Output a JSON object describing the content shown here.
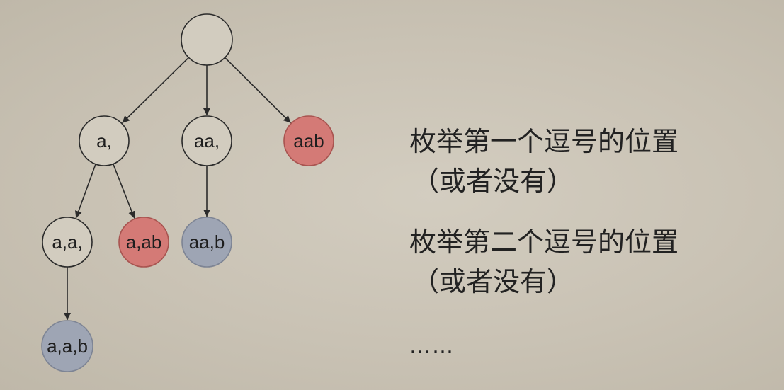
{
  "tree": {
    "nodes": [
      {
        "id": "root",
        "label": "",
        "style": "plain"
      },
      {
        "id": "n1",
        "label": "a,",
        "style": "plain"
      },
      {
        "id": "n2",
        "label": "aa,",
        "style": "plain"
      },
      {
        "id": "n3",
        "label": "aab",
        "style": "red"
      },
      {
        "id": "n4",
        "label": "a,a,",
        "style": "plain"
      },
      {
        "id": "n5",
        "label": "a,ab",
        "style": "red"
      },
      {
        "id": "n6",
        "label": "aa,b",
        "style": "blue"
      },
      {
        "id": "n7",
        "label": "a,a,b",
        "style": "blue"
      }
    ],
    "edges": [
      [
        "root",
        "n1"
      ],
      [
        "root",
        "n2"
      ],
      [
        "root",
        "n3"
      ],
      [
        "n1",
        "n4"
      ],
      [
        "n1",
        "n5"
      ],
      [
        "n2",
        "n6"
      ],
      [
        "n4",
        "n7"
      ]
    ],
    "colors": {
      "plain_fill": "#d2ccbf",
      "red_fill": "#d47a76",
      "blue_fill": "#9ea5b4",
      "stroke": "#2b2b2b",
      "red_stroke": "#a85450",
      "blue_stroke": "#7d8494"
    }
  },
  "notes": {
    "line1": "枚举第一个逗号的位置",
    "line2": "（或者没有）",
    "line3": "枚举第二个逗号的位置",
    "line4": "（或者没有）",
    "ellipsis": "……"
  }
}
